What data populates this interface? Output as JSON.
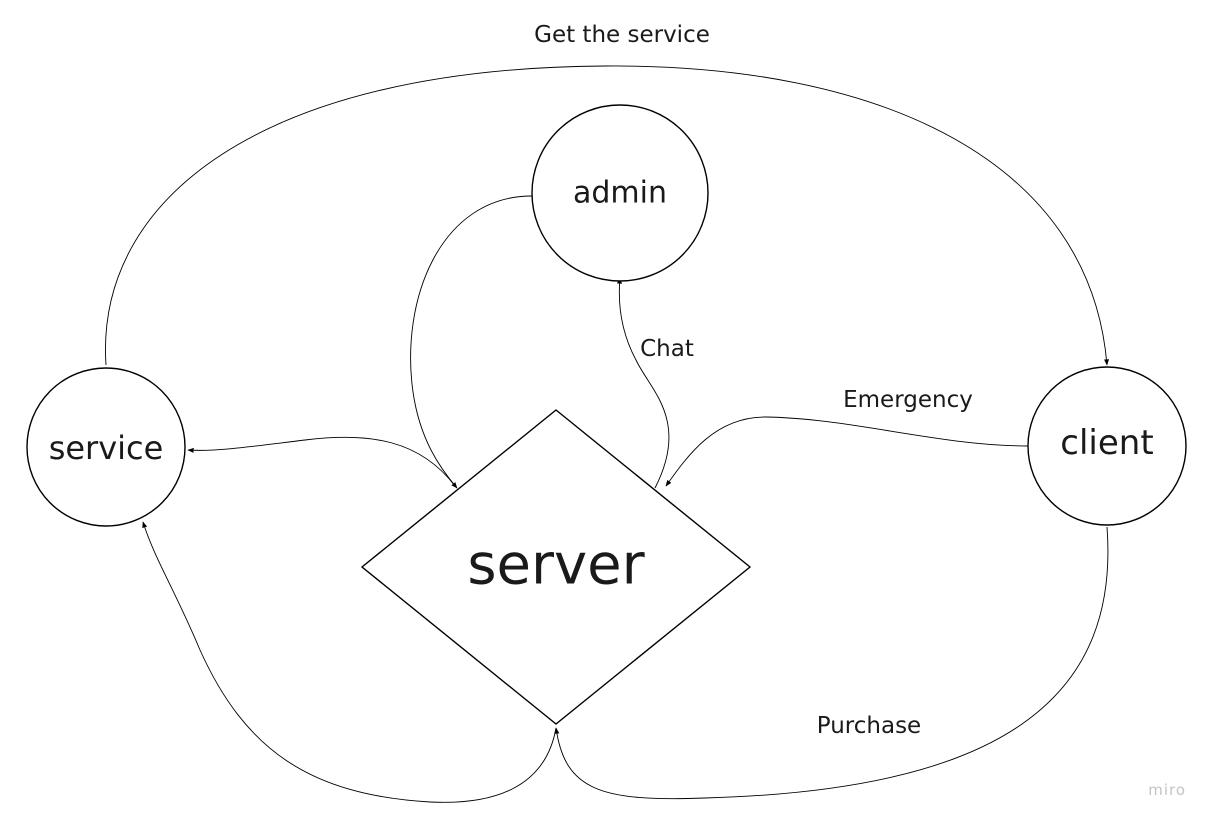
{
  "nodes": {
    "service": "service",
    "admin": "admin",
    "client": "client",
    "server": "server"
  },
  "edges": {
    "get_service": "Get the service",
    "chat": "Chat",
    "emergency": "Emergency",
    "purchase": "Purchase"
  },
  "watermark": "miro"
}
